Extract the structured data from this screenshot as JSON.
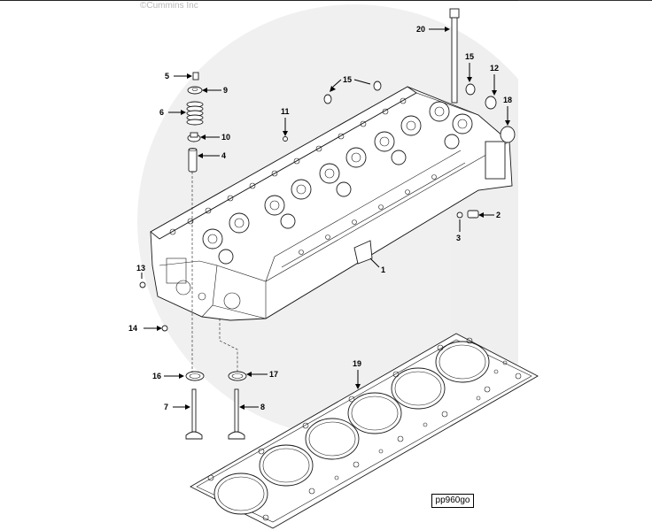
{
  "copyright": "©Cummins Inc",
  "figure_id": "pp960go",
  "callouts": {
    "c1": "1",
    "c2": "2",
    "c3": "3",
    "c4": "4",
    "c5": "5",
    "c6": "6",
    "c7": "7",
    "c8": "8",
    "c9": "9",
    "c10": "10",
    "c11": "11",
    "c12": "12",
    "c13": "13",
    "c14": "14",
    "c15": "15",
    "c16": "16",
    "c17": "17",
    "c18": "18",
    "c19": "19",
    "c20": "20"
  }
}
